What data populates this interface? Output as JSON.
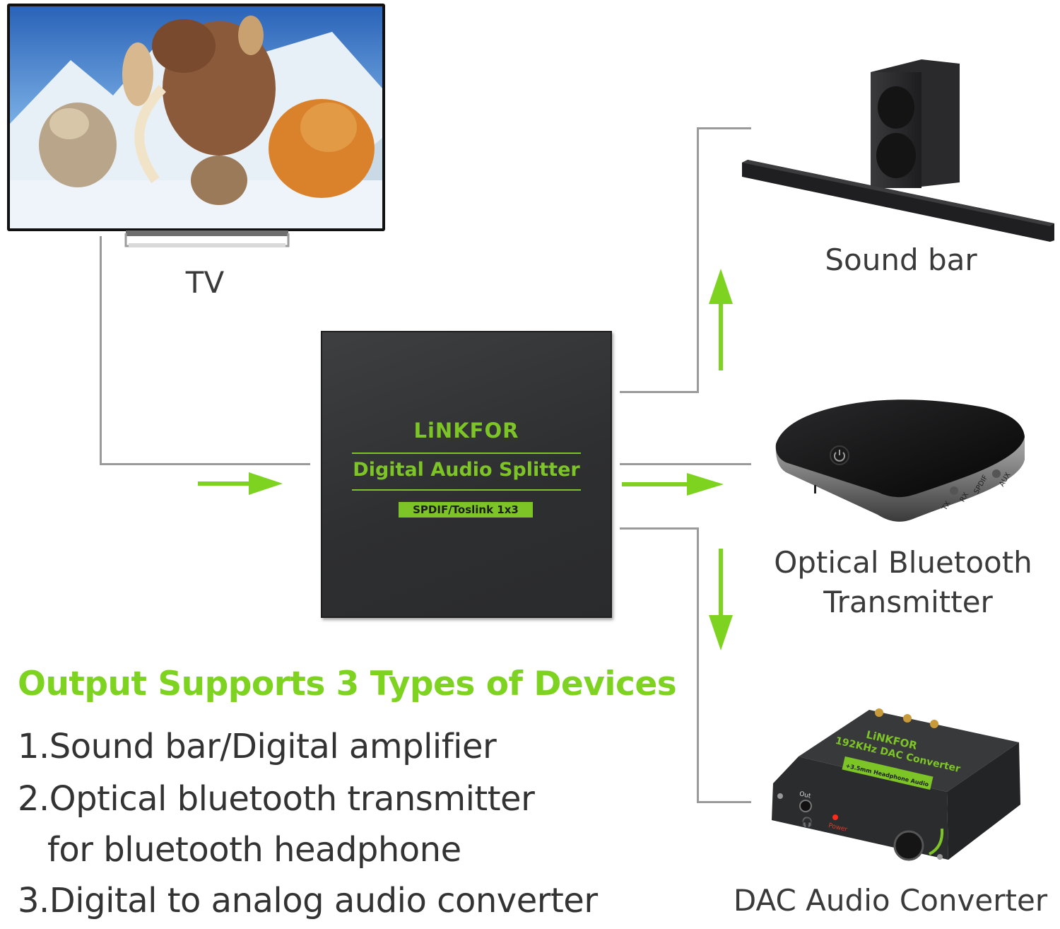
{
  "tv": {
    "label": "TV"
  },
  "splitter": {
    "brand": "LiNKFOR",
    "title": "Digital Audio Splitter",
    "badge": "SPDIF/Toslink 1x3"
  },
  "devices": {
    "sound_bar": {
      "label": "Sound bar"
    },
    "bluetooth": {
      "label_line1": "Optical Bluetooth",
      "label_line2": "Transmitter",
      "button_tx": "TX",
      "button_rx": "RX",
      "port_spdif": "SPDIF",
      "port_aux": "AUX"
    },
    "dac": {
      "label": "DAC Audio Converter",
      "brand": "LiNKFOR",
      "title": "192KHz DAC Converter",
      "subtitle": "+3.5mm Headphone Audio",
      "out_label": "Out",
      "power_label": "Power"
    }
  },
  "info": {
    "heading": "Output Supports 3 Types of Devices",
    "items": [
      "1.Sound bar/Digital amplifier",
      "2.Optical bluetooth transmitter",
      "for bluetooth headphone",
      "3.Digital to analog audio converter"
    ]
  },
  "colors": {
    "accent": "#7ed321",
    "wire": "#9a9a9a",
    "device_dark": "#2f3032"
  }
}
